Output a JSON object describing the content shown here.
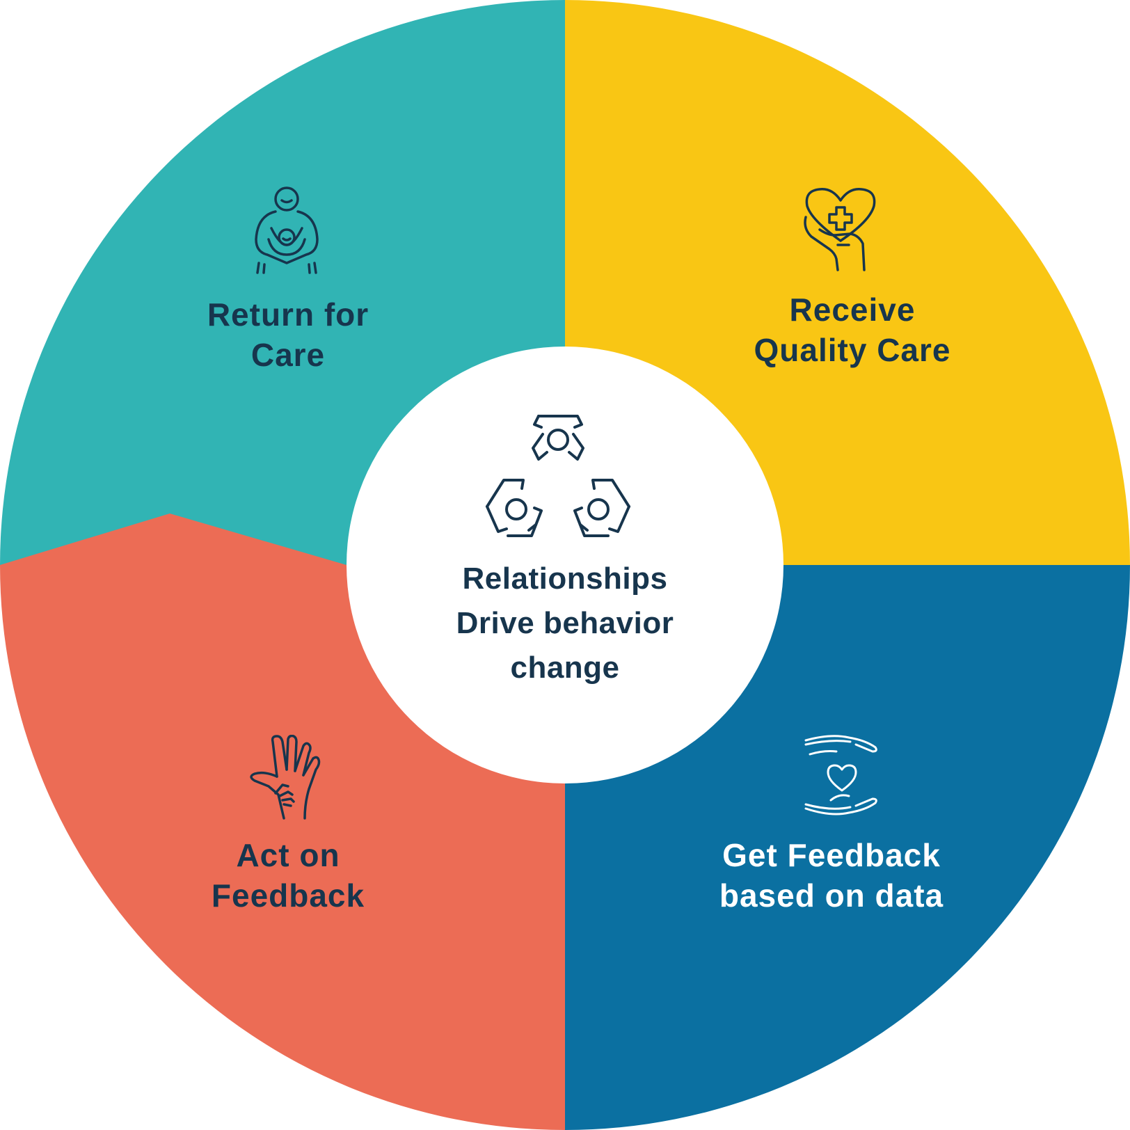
{
  "colors": {
    "teal": "#31b4b4",
    "yellow": "#f9c614",
    "blue": "#0b70a1",
    "coral": "#ec6c55",
    "center": "#ffffff",
    "text_dark": "#17354d",
    "text_light": "#ffffff"
  },
  "center": {
    "icon": "three-people-cycle-icon",
    "lines": [
      "Relationships",
      "Drive behavior",
      "change"
    ]
  },
  "segments": [
    {
      "id": "return",
      "icon": "parent-holding-child-icon",
      "lines": [
        "Return for",
        "Care"
      ]
    },
    {
      "id": "receive",
      "icon": "hand-holding-heart-cross-icon",
      "lines": [
        "Receive",
        "Quality Care"
      ]
    },
    {
      "id": "feedback",
      "icon": "hands-around-heart-icon",
      "lines": [
        "Get Feedback",
        "based on data"
      ]
    },
    {
      "id": "act",
      "icon": "adult-and-child-hands-icon",
      "lines": [
        "Act on",
        "Feedback"
      ]
    }
  ]
}
